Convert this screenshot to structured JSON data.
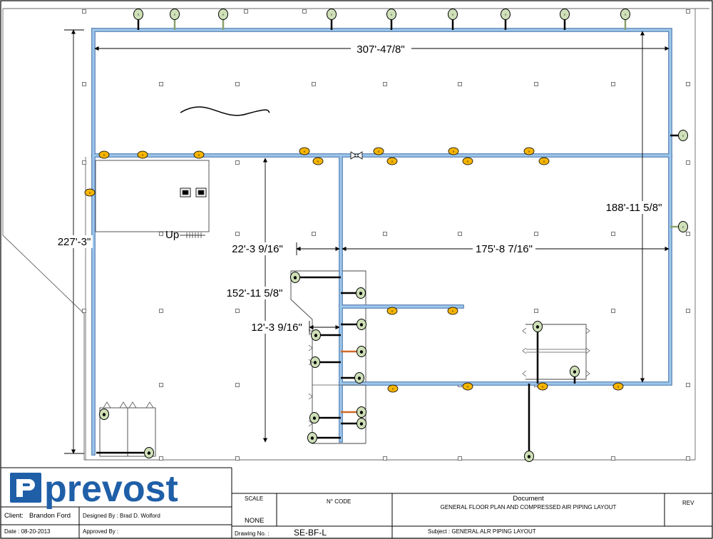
{
  "dimensions": {
    "overall_width": "307'-47/8\"",
    "overall_height": "227'-3\"",
    "right_height": "188'-11 5/8\"",
    "east_wing_width": "175'-8 7/16\"",
    "corridor_width": "22'-3 9/16\"",
    "west_wing_height": "152'-11 5/8\"",
    "riser_offset": "12'-3 9/16\""
  },
  "labels": {
    "stair": "Up"
  },
  "title_block": {
    "logo_text": "prevost",
    "client_label": "Client:",
    "client_value": "Brandon Ford",
    "designed_by": "Designed By : Brad D. Wolford",
    "date": "Date : 08-20-2013",
    "approved_by": "Approved By :",
    "scale_label": "SCALE",
    "scale_value": "NONE",
    "code_label": "N° CODE",
    "drawing_no_label": "Drawing No. :",
    "drawing_no_value": "SE-BF-L",
    "document_label": "Document",
    "document_value": "GENERAL FLOOR PLAN AND COMPRESSED AIR PIPING LAYOUT",
    "rev_label": "REV",
    "subject": "Subject : GENERAL ALR PIPING LAYOUT"
  },
  "colors": {
    "pipe": "#9ec6ea",
    "pipe_outline": "#3d6fa6",
    "drop_green": "#cfe0b8",
    "drop_yellow": "#f5b400",
    "logo": "#1f5fa8"
  }
}
